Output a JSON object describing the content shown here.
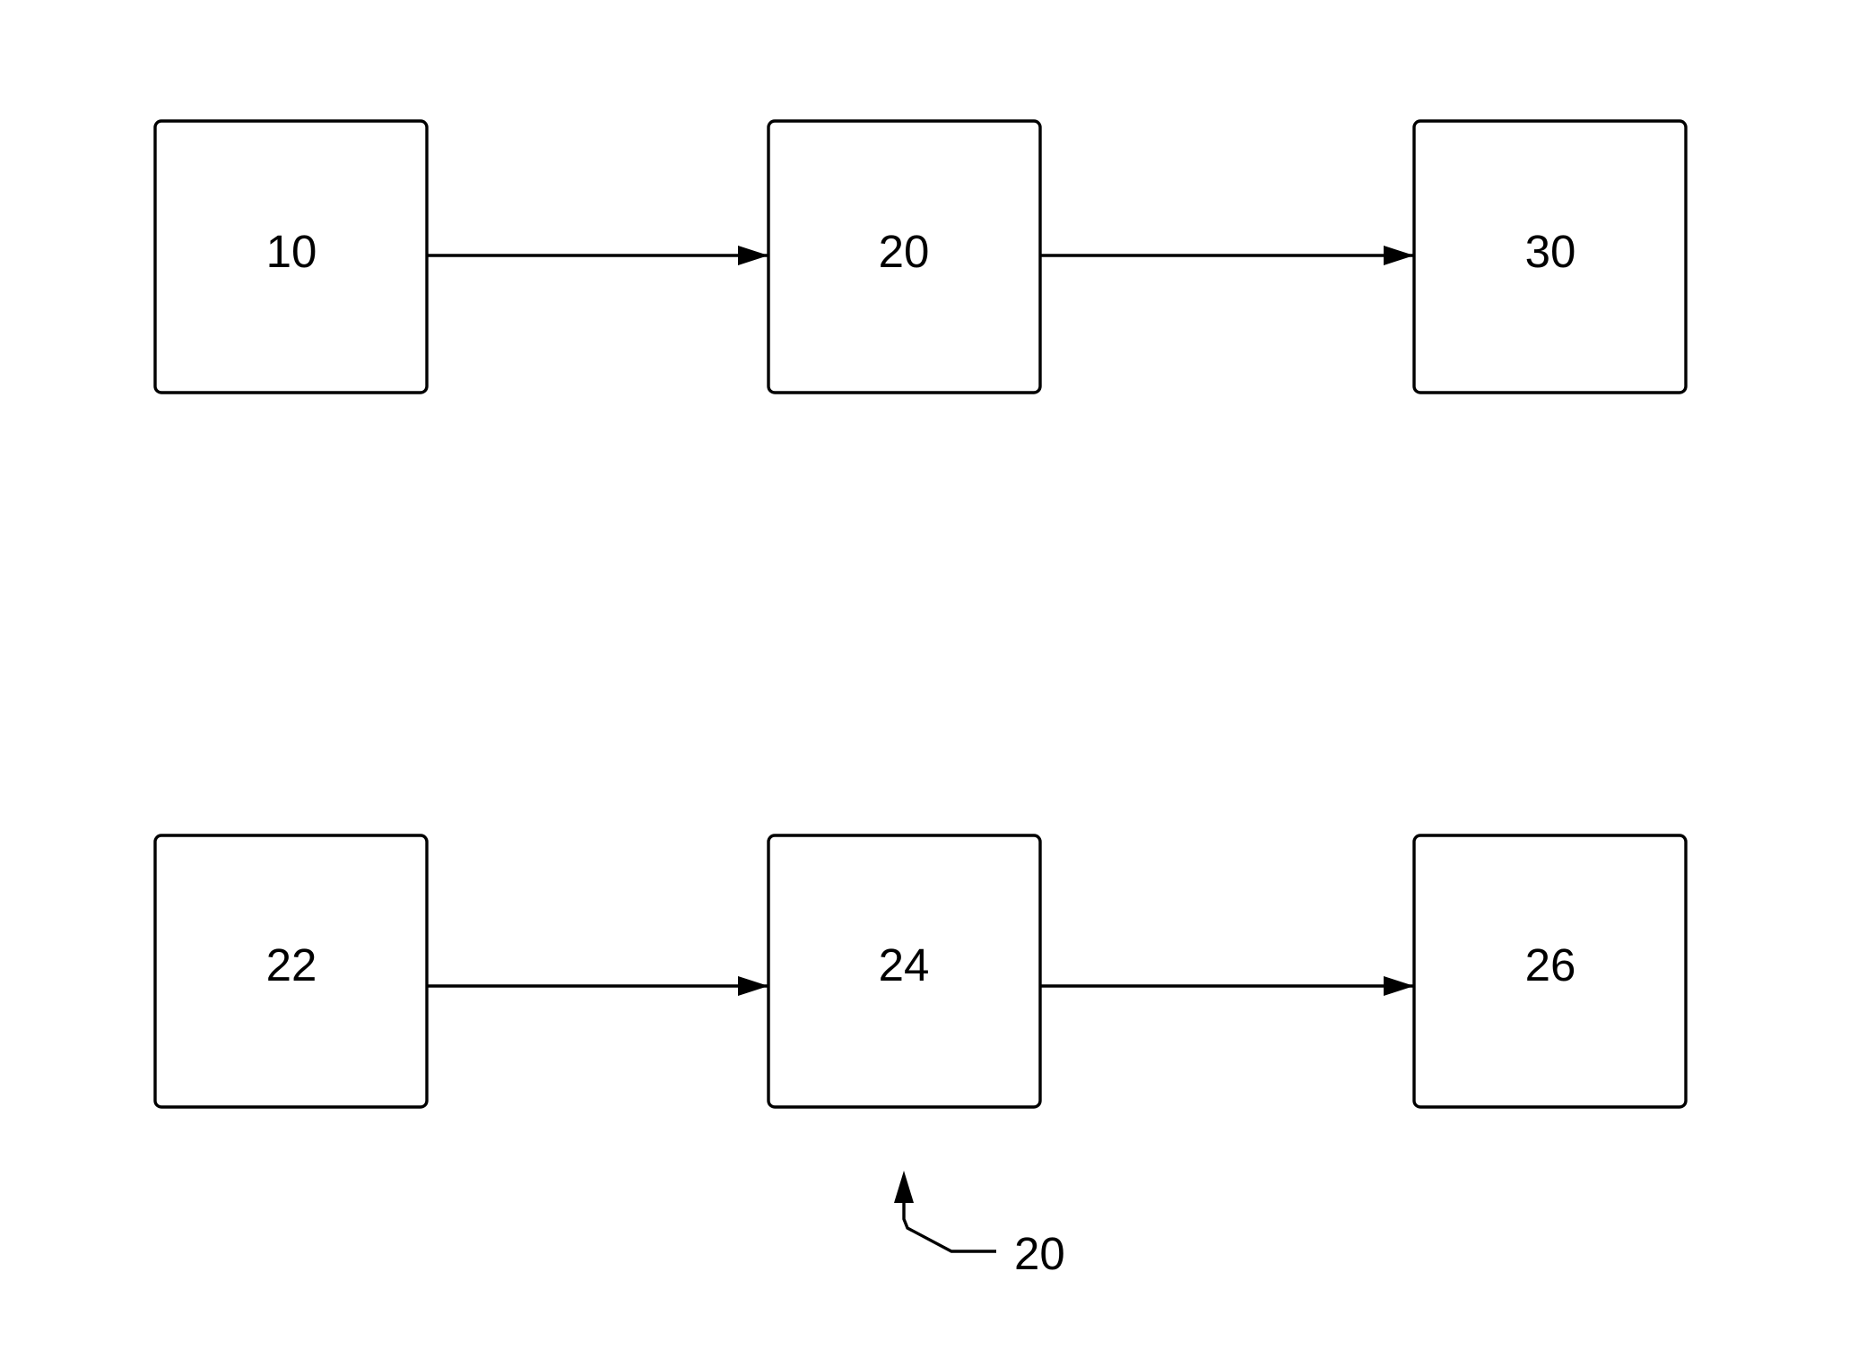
{
  "diagram": {
    "blocks": [
      {
        "id": "block-10",
        "label": "10"
      },
      {
        "id": "block-20",
        "label": "20"
      },
      {
        "id": "block-30",
        "label": "30"
      },
      {
        "id": "block-22",
        "label": "22"
      },
      {
        "id": "block-24",
        "label": "24"
      },
      {
        "id": "block-26",
        "label": "26"
      }
    ],
    "connections": [
      {
        "from": "10",
        "to": "20"
      },
      {
        "from": "20",
        "to": "30"
      },
      {
        "from": "22",
        "to": "24"
      },
      {
        "from": "24",
        "to": "26"
      }
    ],
    "reference": {
      "label": "20",
      "points_to": "lower row"
    },
    "colors": {
      "stroke": "#000000",
      "background": "#ffffff"
    }
  }
}
